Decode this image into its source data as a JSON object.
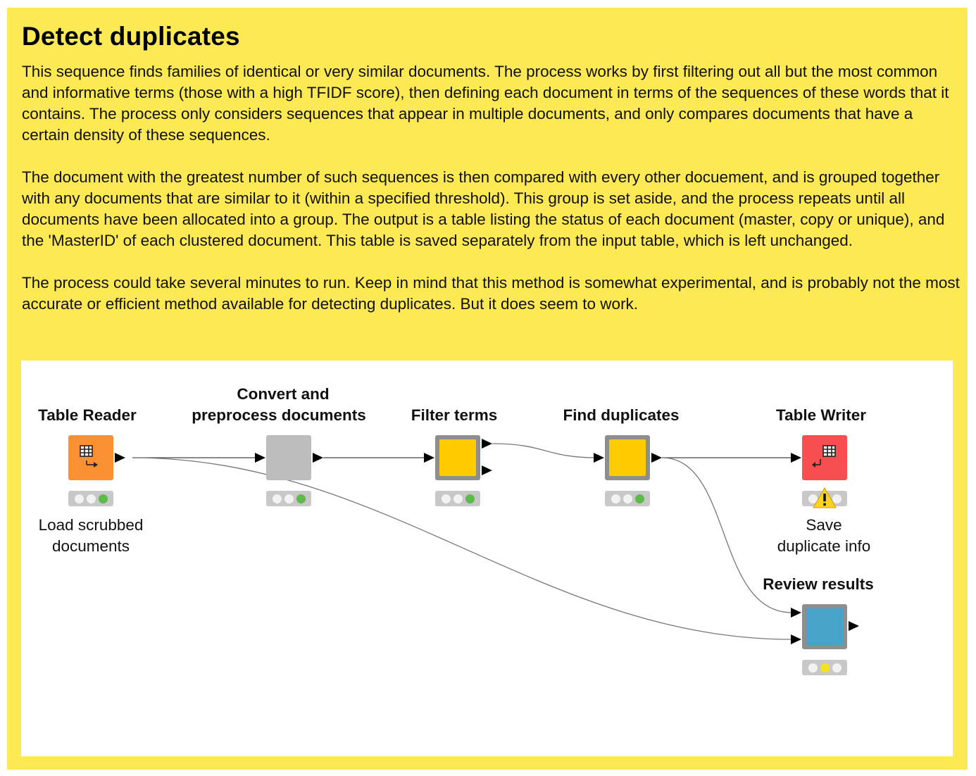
{
  "annotation": {
    "title": "Detect duplicates",
    "paragraphs": [
      "This sequence finds families of identical or very similar documents. The process works by first filtering out all but the most common and informative terms (those with a high TFIDF score), then defining each document in terms of the sequences of these words that it contains. The process only considers sequences that appear in multiple documents, and only compares documents that have a certain density of these sequences.",
      "The document with the greatest number of such sequences is then compared with every other docuement, and is grouped together with any documents that are similar to it (within a specified threshold). This group is set aside, and the process repeats until all documents have been allocated into a group. The output is a table listing the status of each document (master, copy or unique), and the 'MasterID' of each clustered document. This table is saved separately from the input table, which is left unchanged.",
      "The process could take several minutes to run. Keep in mind that this method is somewhat experimental, and is probably not the most accurate or efficient method available for detecting duplicates. But it does seem to work."
    ]
  },
  "nodes": {
    "table_reader": {
      "label": "Table Reader",
      "comment_line1": "Load scrubbed",
      "comment_line2": "documents",
      "color": "#fb8f33",
      "icon": "table-read-icon",
      "status": [
        "off",
        "off",
        "green"
      ]
    },
    "convert_preprocess": {
      "label_line1": "Convert and",
      "label_line2": "preprocess documents",
      "color": "#bdbdbd",
      "status": [
        "off",
        "off",
        "green"
      ]
    },
    "filter_terms": {
      "label": "Filter terms",
      "color": "#ffcc00",
      "status": [
        "off",
        "off",
        "green"
      ]
    },
    "find_duplicates": {
      "label": "Find duplicates",
      "color": "#ffcc00",
      "status": [
        "off",
        "off",
        "green"
      ]
    },
    "table_writer": {
      "label": "Table Writer",
      "comment_line1": "Save",
      "comment_line2": "duplicate info",
      "color": "#f74f4f",
      "icon": "table-write-icon",
      "status": [
        "off",
        "off",
        "off"
      ],
      "warning_icon": "warning-icon"
    },
    "review_results": {
      "label": "Review results",
      "color": "#46a3c9",
      "status": [
        "off",
        "yellow",
        "off"
      ]
    }
  }
}
